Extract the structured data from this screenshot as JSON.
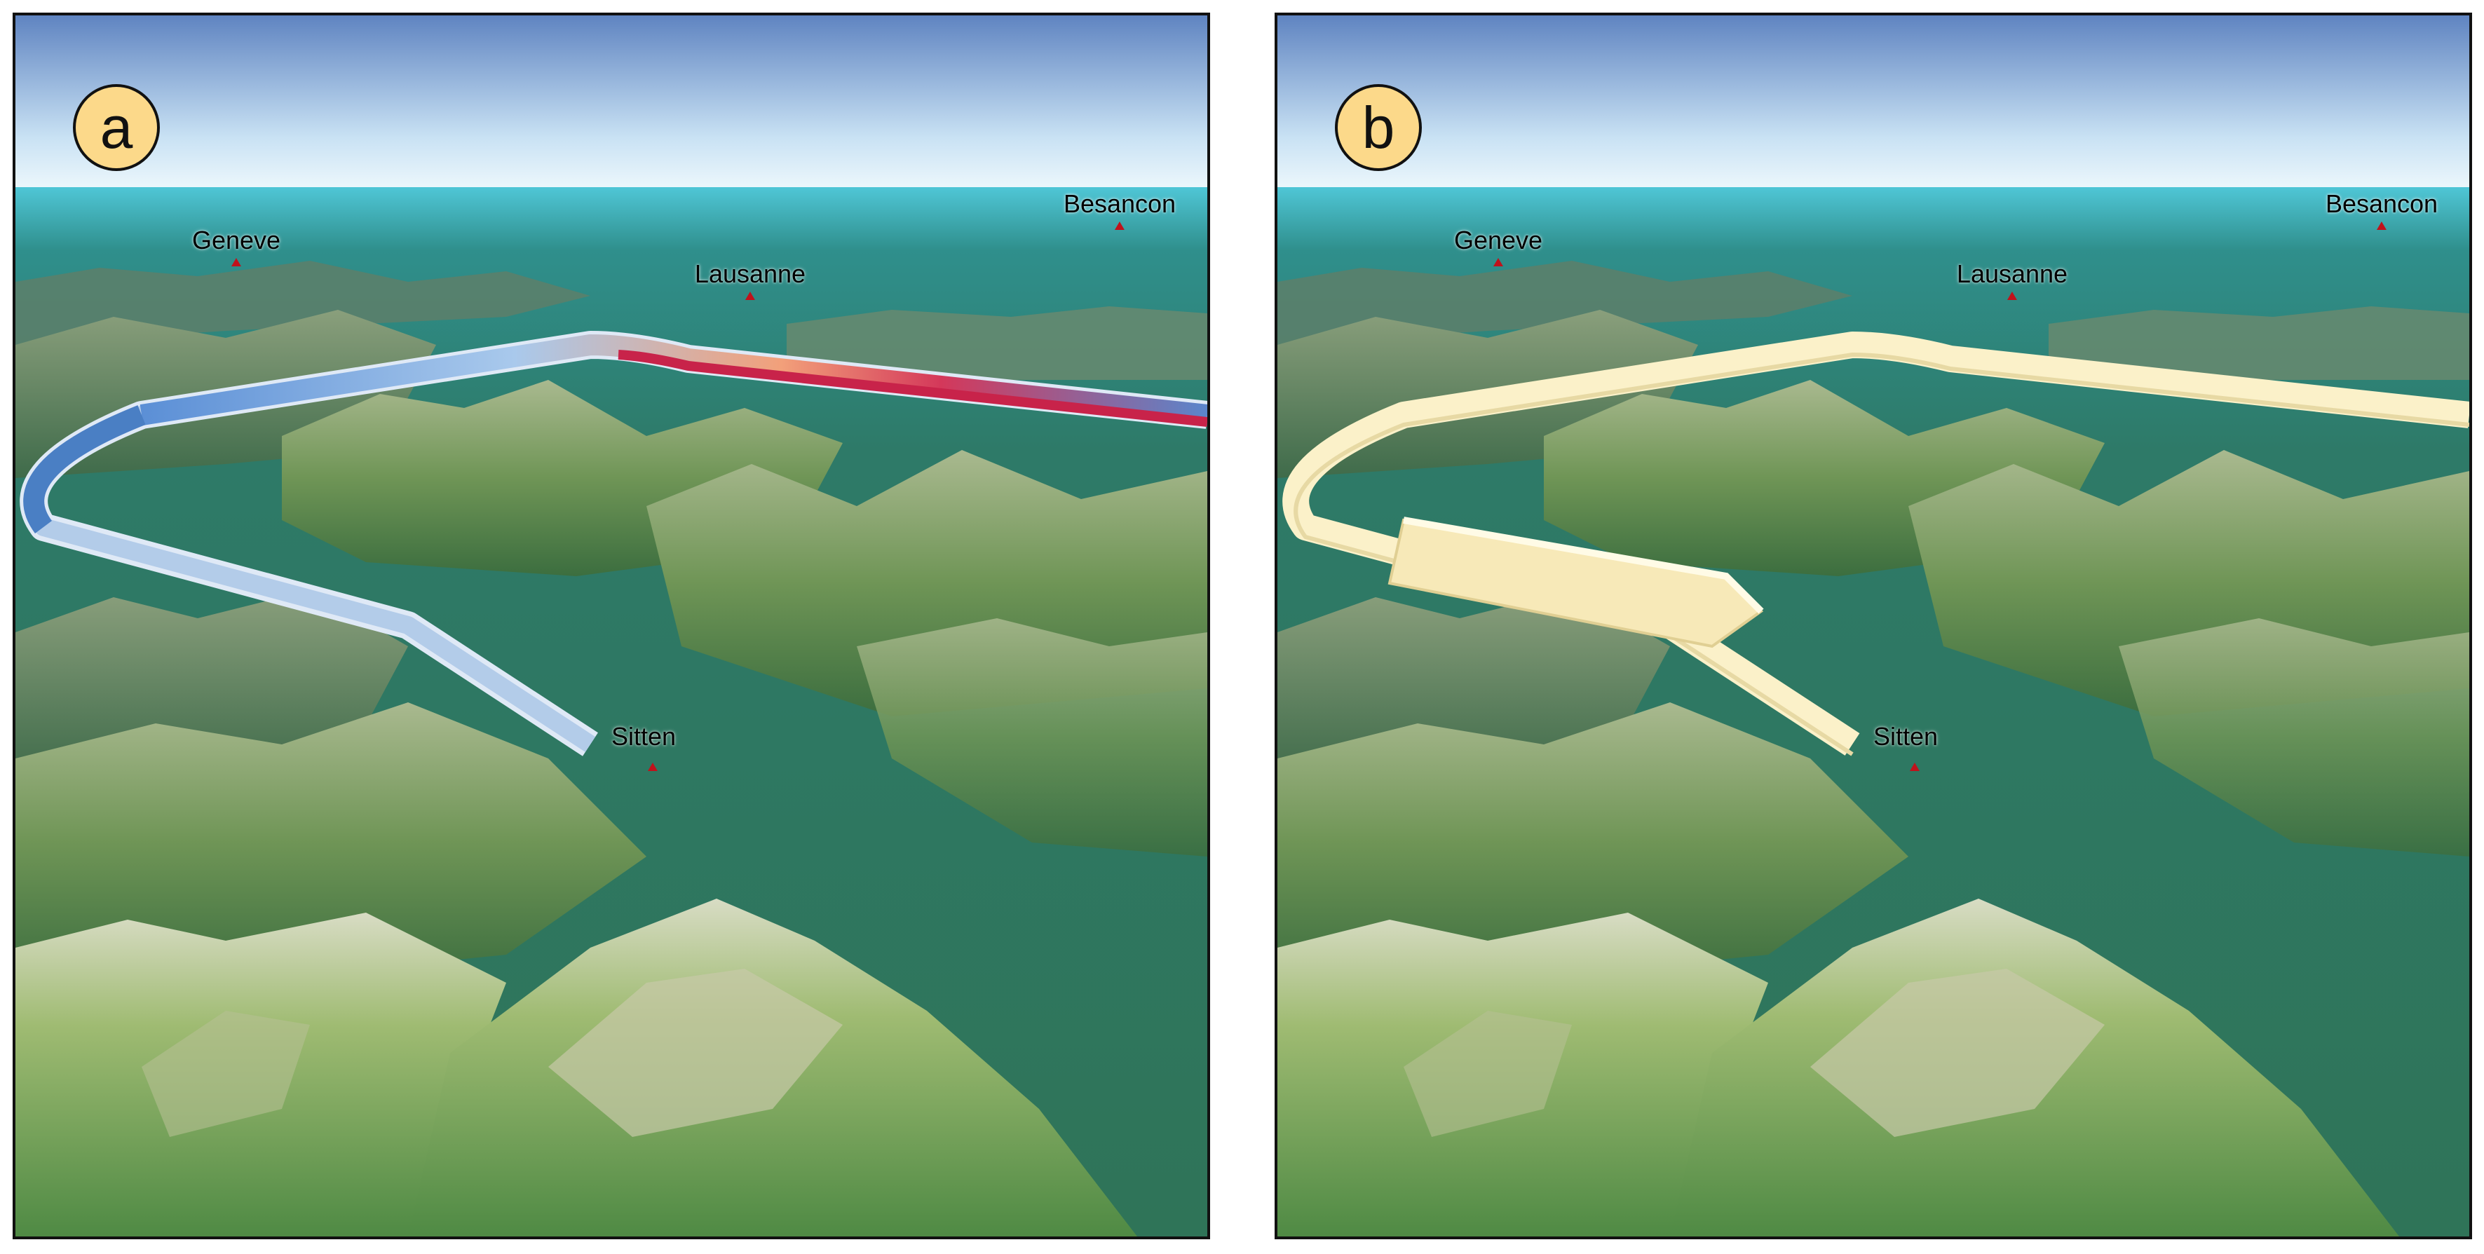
{
  "panels": [
    {
      "label": "a",
      "tube": "colored"
    },
    {
      "label": "b",
      "tube": "plain"
    }
  ],
  "cities": {
    "geneve": "Geneve",
    "lausanne": "Lausanne",
    "besancon": "Besancon",
    "sitten": "Sitten"
  },
  "colors": {
    "badge_fill": "#fcd98a",
    "pin": "#c0121b",
    "tube_plain": "#fbf1c9",
    "tube_blue": "#4a7fc4",
    "tube_red": "#c8234a"
  }
}
